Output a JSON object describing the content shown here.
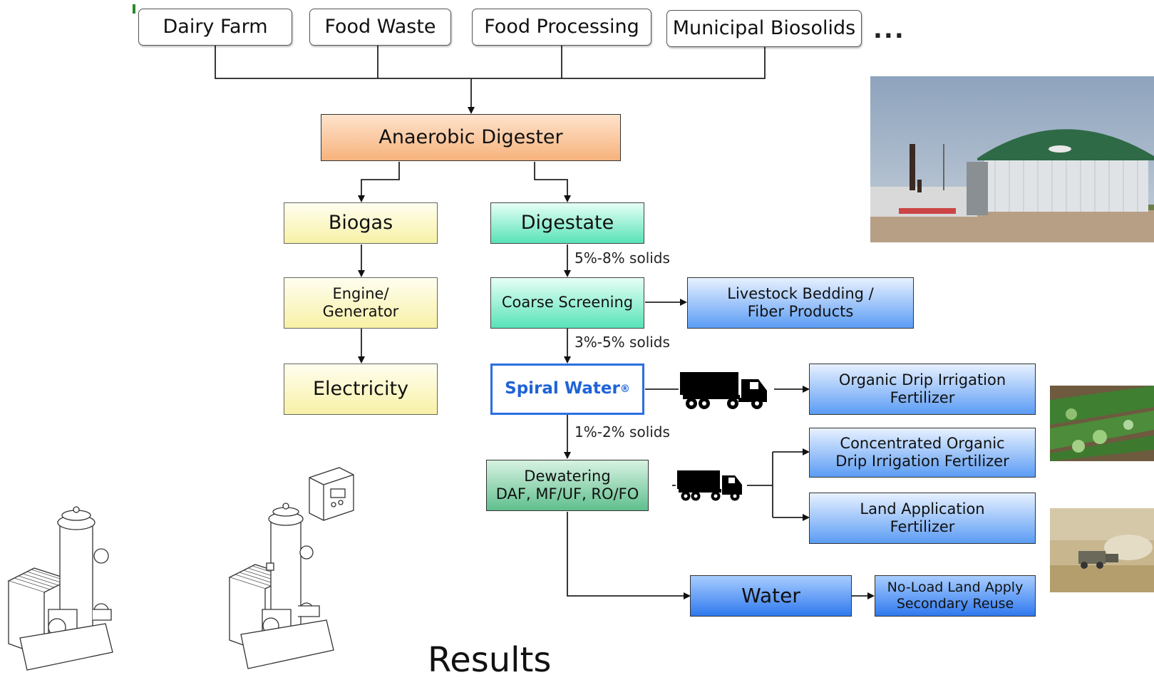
{
  "sources": {
    "dairy_farm": "Dairy Farm",
    "food_waste": "Food Waste",
    "food_processing": "Food Processing",
    "municipal_biosolids": "Municipal Biosolids",
    "ellipsis": "..."
  },
  "nodes": {
    "anaerobic_digester": "Anaerobic Digester",
    "biogas": "Biogas",
    "engine_line1": "Engine/",
    "engine_line2": "Generator",
    "electricity": "Electricity",
    "digestate": "Digestate",
    "coarse_screening": "Coarse Screening",
    "livestock_line1": "Livestock Bedding /",
    "livestock_line2": "Fiber Products",
    "spiral_water": "Spiral Water",
    "spiral_water_mark": "®",
    "organic_drip_line1": "Organic Drip Irrigation",
    "organic_drip_line2": "Fertilizer",
    "dewatering_line1": "Dewatering",
    "dewatering_line2": "DAF, MF/UF, RO/FO",
    "concentrated_line1": "Concentrated Organic",
    "concentrated_line2": "Drip Irrigation Fertilizer",
    "land_app_line1": "Land Application",
    "land_app_line2": "Fertilizer",
    "water": "Water",
    "noload_line1": "No-Load Land Apply",
    "noload_line2": "Secondary Reuse"
  },
  "edge_labels": {
    "solids_1": "5%-8% solids",
    "solids_2": "3%-5% solids",
    "solids_3": "1%-2% solids"
  },
  "footer": {
    "results": "Results"
  },
  "icons": {
    "truck": "truck-icon",
    "digester_photo": "digester-photo",
    "irrigation_photo": "irrigation-field-photo",
    "land_application_photo": "land-application-photo",
    "filter_unit": "spiral-water-filter-unit-drawing"
  }
}
